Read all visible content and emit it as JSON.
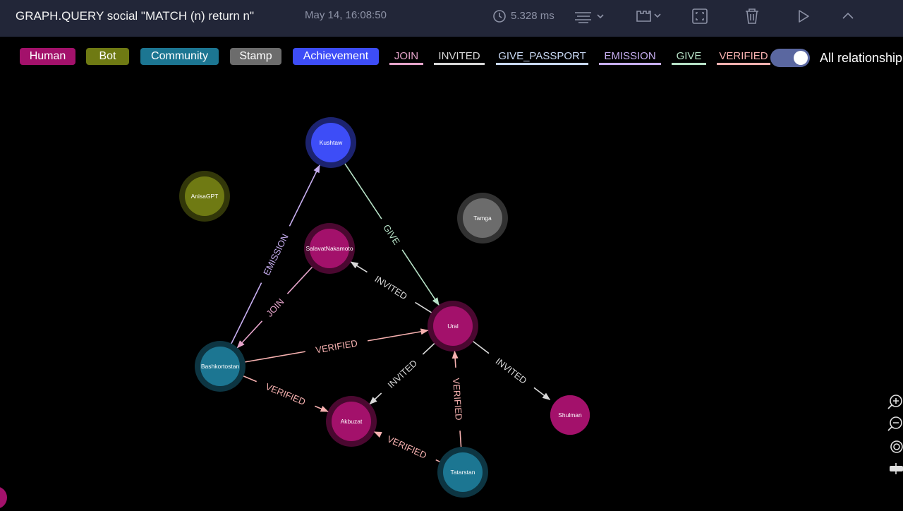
{
  "topbar": {
    "query": "GRAPH.QUERY social \"MATCH (n) return n\"",
    "timestamp": "May 14, 16:08:50",
    "execution_time": "5.328 ms",
    "icons": [
      "clock-icon",
      "view-mode-icon",
      "layout-icon",
      "fullscreen-icon",
      "trash-icon",
      "play-icon",
      "collapse-icon"
    ]
  },
  "labels": [
    {
      "name": "Human",
      "color": "#a3116b"
    },
    {
      "name": "Bot",
      "color": "#6f7a13"
    },
    {
      "name": "Community",
      "color": "#1c7692"
    },
    {
      "name": "Stamp",
      "color": "#6c6c6c"
    },
    {
      "name": "Achievement",
      "color": "#3d4df7"
    }
  ],
  "relationships": [
    {
      "name": "JOIN",
      "color": "#e6a4cb"
    },
    {
      "name": "INVITED",
      "color": "#d8d8d8"
    },
    {
      "name": "GIVE_PASSPORT",
      "color": "#c9d9f4"
    },
    {
      "name": "EMISSION",
      "color": "#c7aef0"
    },
    {
      "name": "GIVE",
      "color": "#b6e1c6"
    },
    {
      "name": "VERIFIED",
      "color": "#f7b1b0"
    }
  ],
  "toggle": {
    "label": "All relationship",
    "on": true
  },
  "graph": {
    "nodes": [
      {
        "id": "Kushtaw",
        "label": "Achievement"
      },
      {
        "id": "AnisaGPT",
        "label": "Bot"
      },
      {
        "id": "Tamga",
        "label": "Stamp"
      },
      {
        "id": "SalavatNakamoto",
        "label": "Human"
      },
      {
        "id": "Ural",
        "label": "Human"
      },
      {
        "id": "Bashkortostan",
        "label": "Community"
      },
      {
        "id": "Akbuzat",
        "label": "Human"
      },
      {
        "id": "Shulman",
        "label": "Human"
      },
      {
        "id": "Tatarstan",
        "label": "Community"
      }
    ],
    "edges": [
      {
        "from": "Bashkortostan",
        "to": "Kushtaw",
        "type": "EMISSION"
      },
      {
        "from": "Kushtaw",
        "to": "Ural",
        "type": "GIVE"
      },
      {
        "from": "SalavatNakamoto",
        "to": "Bashkortostan",
        "type": "JOIN"
      },
      {
        "from": "Ural",
        "to": "SalavatNakamoto",
        "type": "INVITED"
      },
      {
        "from": "Bashkortostan",
        "to": "Ural",
        "type": "VERIFIED"
      },
      {
        "from": "Bashkortostan",
        "to": "Akbuzat",
        "type": "VERIFIED"
      },
      {
        "from": "Ural",
        "to": "Akbuzat",
        "type": "INVITED"
      },
      {
        "from": "Ural",
        "to": "Shulman",
        "type": "INVITED"
      },
      {
        "from": "Tatarstan",
        "to": "Ural",
        "type": "VERIFIED"
      },
      {
        "from": "Tatarstan",
        "to": "Akbuzat",
        "type": "VERIFIED"
      }
    ]
  },
  "zoom_controls": [
    "zoom-in-icon",
    "zoom-out-icon",
    "center-icon",
    "fit-icon"
  ]
}
